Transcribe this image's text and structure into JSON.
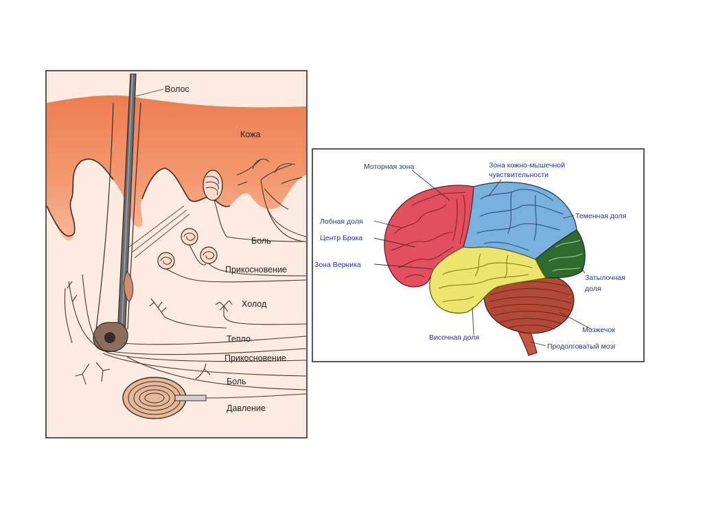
{
  "skin_panel": {
    "labels": {
      "hair": "Волос",
      "skin": "Кожа",
      "pain_1": "Боль",
      "touch_1": "Прикосновение",
      "cold": "Холод",
      "warmth": "Тепло",
      "touch_2": "Прикосновение",
      "pain_2": "Боль",
      "pressure": "Давление"
    },
    "colors": {
      "skin_top": "#f28a5e",
      "skin_mid": "#f5a883",
      "dermis": "#fbe9de",
      "border": "#555555"
    }
  },
  "brain_panel": {
    "labels": {
      "motor_zone": "Моторная зона",
      "somatosensory_line1": "Зона кожно-мышечной",
      "somatosensory_line2": "чувствительности",
      "frontal_lobe": "Лобная доля",
      "broca": "Центр Брока",
      "wernicke": "Зона Верника",
      "parietal_lobe": "Теменная доля",
      "occipital_line1": "Затылочная",
      "occipital_line2": "доля",
      "temporal_lobe": "Височная доля",
      "cerebellum": "Мозжечок",
      "medulla": "Продолговатый мозг"
    },
    "colors": {
      "frontal": "#e2505f",
      "parietal": "#7ab0dc",
      "temporal": "#ece56d",
      "occipital": "#2f6b2e",
      "cerebellum": "#b04a36",
      "brainstem": "#c8553f",
      "label_text": "#2233aa"
    }
  }
}
